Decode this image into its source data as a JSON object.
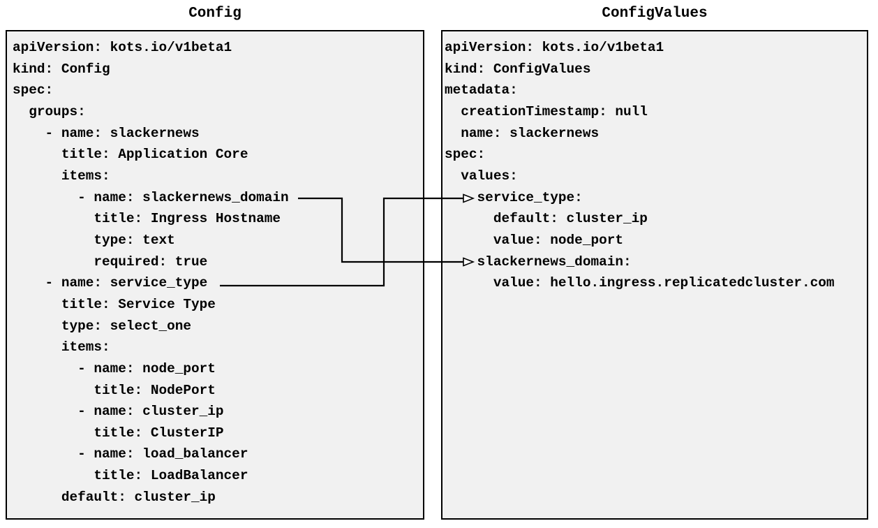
{
  "diagram": {
    "left_panel": {
      "title": "Config",
      "lines": [
        "apiVersion: kots.io/v1beta1",
        "kind: Config",
        "spec:",
        "  groups:",
        "    - name: slackernews",
        "      title: Application Core",
        "      items:",
        "        - name: slackernews_domain",
        "          title: Ingress Hostname",
        "          type: text",
        "          required: true",
        "    - name: service_type",
        "      title: Service Type",
        "      type: select_one",
        "      items:",
        "        - name: node_port",
        "          title: NodePort",
        "        - name: cluster_ip",
        "          title: ClusterIP",
        "        - name: load_balancer",
        "          title: LoadBalancer",
        "      default: cluster_ip"
      ]
    },
    "right_panel": {
      "title": "ConfigValues",
      "lines": [
        "apiVersion: kots.io/v1beta1",
        "kind: ConfigValues",
        "metadata:",
        "  creationTimestamp: null",
        "  name: slackernews",
        "spec:",
        "  values:",
        "    service_type:",
        "      default: cluster_ip",
        "      value: node_port",
        "    slackernews_domain:",
        "      value: hello.ingress.replicatedcluster.com"
      ]
    },
    "connections": [
      {
        "from": "slackernews_domain",
        "to": "slackernews_domain"
      },
      {
        "from": "service_type",
        "to": "service_type"
      }
    ],
    "colors": {
      "page_bg": "#ffffff",
      "panel_bg": "#f1f1f1",
      "panel_border": "#000000",
      "text": "#000000",
      "arrow": "#000000",
      "arrowhead_fill": "#ffffff"
    }
  }
}
